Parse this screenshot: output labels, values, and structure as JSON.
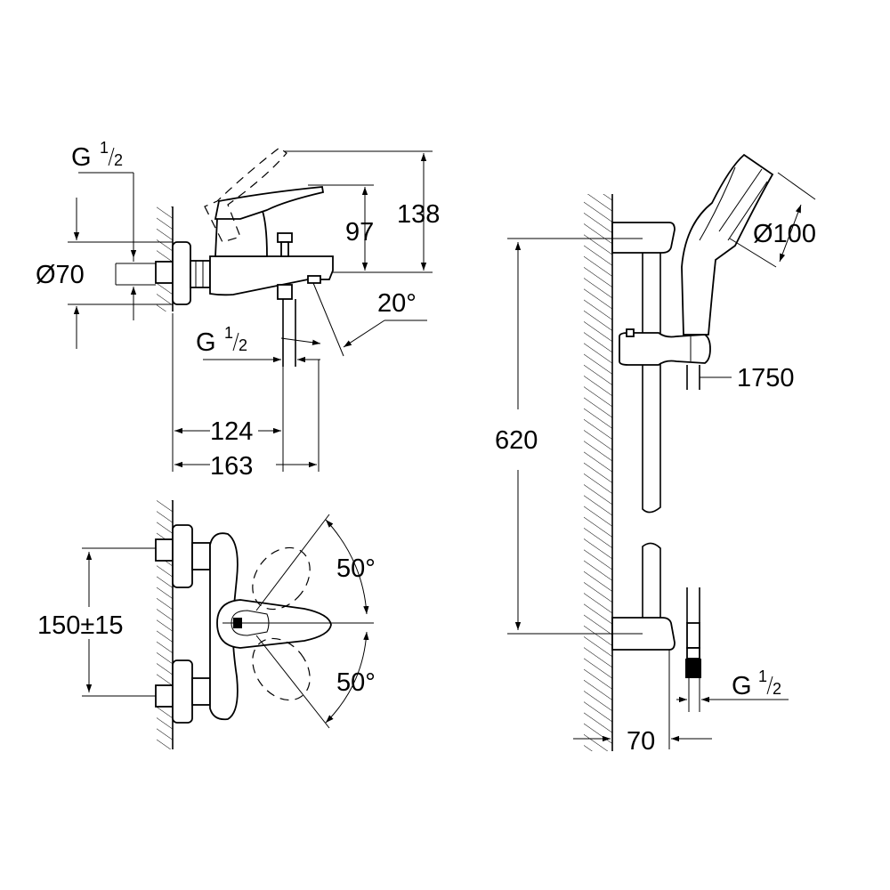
{
  "labels": {
    "g_half_top": "G",
    "g_half_mid": "G",
    "g_half_right": "G",
    "fraction_num": "1",
    "fraction_den": "2",
    "dia70": "Ø70",
    "h97": "97",
    "h138": "138",
    "angle20": "20°",
    "d124": "124",
    "d163": "163",
    "d150": "150±15",
    "angle50_top": "50°",
    "angle50_bot": "50°",
    "h620": "620",
    "dia100": "Ø100",
    "hose1750": "1750",
    "w70": "70"
  }
}
